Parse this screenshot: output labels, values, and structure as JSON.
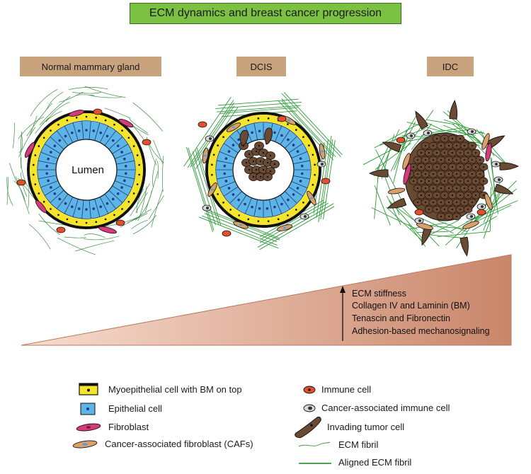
{
  "title": "ECM dynamics and breast cancer progression",
  "stages": {
    "normal": "Normal mammary gland",
    "dcis": "DCIS",
    "idc": "IDC"
  },
  "lumen_label": "Lumen",
  "trend": {
    "lines": [
      "ECM stiffness",
      "Collagen IV and Laminin (BM)",
      "Tenascin and Fibronectin",
      "Adhesion-based mechanosignaling"
    ]
  },
  "legend": {
    "left": [
      {
        "label": "Myoepithelial cell with BM on top",
        "icon": "myoepithelial-cell-icon"
      },
      {
        "label": "Epithelial cell",
        "icon": "epithelial-cell-icon"
      },
      {
        "label": "Fibroblast",
        "icon": "fibroblast-icon"
      },
      {
        "label": "Cancer-associated fibroblast (CAFs)",
        "icon": "caf-icon"
      }
    ],
    "right": [
      {
        "label": "Immune cell",
        "icon": "immune-cell-icon"
      },
      {
        "label": "Cancer-associated immune cell",
        "icon": "cancer-immune-cell-icon"
      },
      {
        "label": "Invading tumor cell",
        "icon": "invading-tumor-cell-icon"
      },
      {
        "label": "ECM fibril",
        "icon": "ecm-fibril-icon"
      },
      {
        "label": "Aligned ECM fibril",
        "icon": "aligned-ecm-fibril-icon"
      }
    ]
  },
  "colors": {
    "title_bg": "#7cc242",
    "stage_bg": "#c9a27e",
    "myoepithelial": "#f5e52a",
    "epithelial": "#5eb4e6",
    "fibroblast": "#d63a78",
    "caf": "#d9a06a",
    "immune": "#e2502a",
    "tumor": "#6b4a34",
    "ecm": "#4aa34a"
  }
}
